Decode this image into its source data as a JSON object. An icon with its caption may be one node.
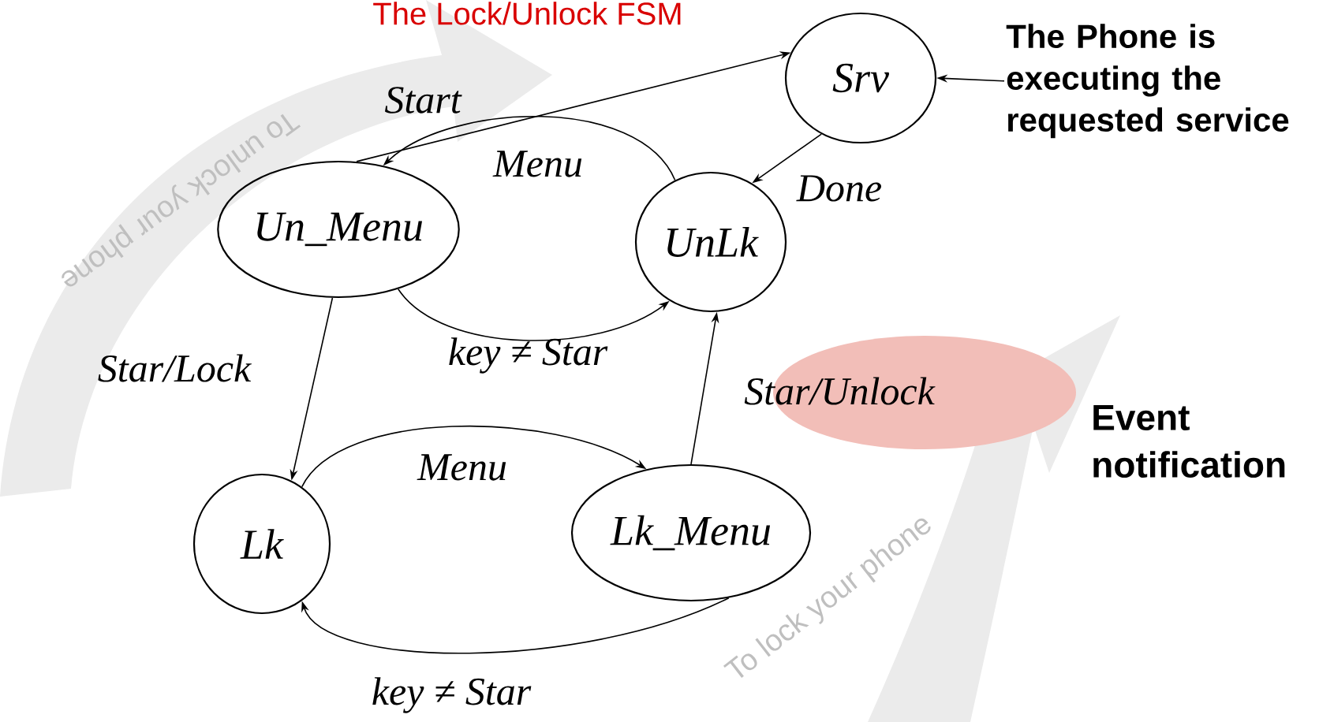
{
  "diagram": {
    "title": "The Lock/Unlock FSM",
    "nodes": [
      {
        "text": [
          "Srv"
        ]
      },
      {
        "text": [
          "Un_Menu"
        ]
      },
      {
        "text": [
          "UnLk"
        ]
      },
      {
        "text": [
          "Lk"
        ]
      },
      {
        "text": [
          "Lk_Menu"
        ]
      },
      {
        "text": [
          "The Phone is executing the requested service"
        ]
      }
    ],
    "edges": [
      {
        "from": 1,
        "to": 0,
        "arrow": "to",
        "label": "Start"
      },
      {
        "from": 0,
        "to": 2,
        "arrow": "to",
        "label": "Done"
      },
      {
        "from": 2,
        "to": 1,
        "arrow": "to",
        "label": "Menu"
      },
      {
        "from": 1,
        "to": 2,
        "arrow": "to",
        "label": "key ≠ Star"
      },
      {
        "from": 1,
        "to": 3,
        "arrow": "to",
        "label": "Star/Lock"
      },
      {
        "from": 3,
        "to": 4,
        "arrow": "to",
        "label": "Menu"
      },
      {
        "from": 4,
        "to": 3,
        "arrow": "to",
        "label": "key ≠ Star"
      },
      {
        "from": 4,
        "to": 2,
        "arrow": "to",
        "label": "Star/Unlock"
      },
      {
        "from": 5,
        "to": 0,
        "arrow": "to"
      }
    ],
    "labels": [
      "To unlock your phone",
      "Event notification",
      "To lock your phone"
    ]
  }
}
